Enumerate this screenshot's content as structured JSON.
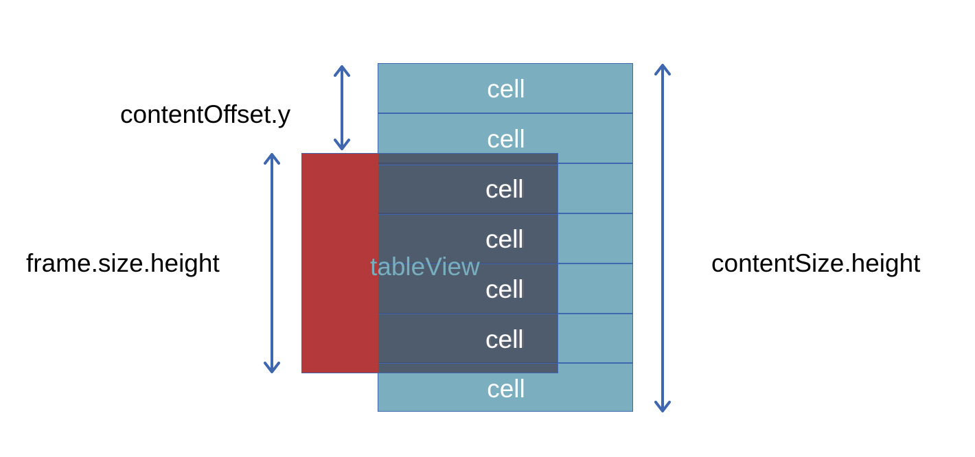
{
  "labels": {
    "content_offset": "contentOffset.y",
    "frame_height": "frame.size.height",
    "content_size": "contentSize.height",
    "table_view": "tableView"
  },
  "cells": [
    "cell",
    "cell",
    "cell",
    "cell",
    "cell",
    "cell",
    "cell"
  ],
  "colors": {
    "cell_fill": "#7baebf",
    "cell_border": "#3e67b0",
    "tableview_red": "#b3393b",
    "tableview_overlay": "#5c5f6e",
    "arrow": "#3e67b0",
    "text": "#000000"
  },
  "icons": [
    "double-arrow-icon"
  ]
}
